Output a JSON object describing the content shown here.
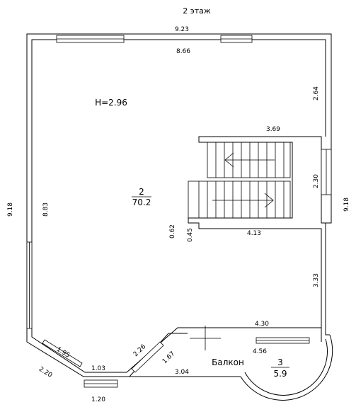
{
  "title": "2 этаж",
  "height_label": "H=2.96",
  "room_main": {
    "number": "2",
    "area": "70.2"
  },
  "room_balcony": {
    "label": "Балкон",
    "number": "3",
    "area": "5.9"
  },
  "dims": {
    "top_outer": "9.23",
    "top_inner": "8.66",
    "right_upper": "2.64",
    "stair_top": "3.69",
    "stair_right": "2.30",
    "right_outer": "9.18",
    "left_outer": "9.18",
    "left_inner": "8.83",
    "stub_a": "0.62",
    "stub_b": "0.45",
    "mid": "4.13",
    "right_lower": "3.33",
    "bottom_right": "4.30",
    "balcony_width": "4.56",
    "chamfer_left": "1.95",
    "chamfer_left_outer": "2.20",
    "bottom_inner": "1.03",
    "bottom_outer": "1.20",
    "chamfer_mid": "2.26",
    "chamfer_mid_small": "1.67",
    "balcony_bottom": "3.04"
  }
}
